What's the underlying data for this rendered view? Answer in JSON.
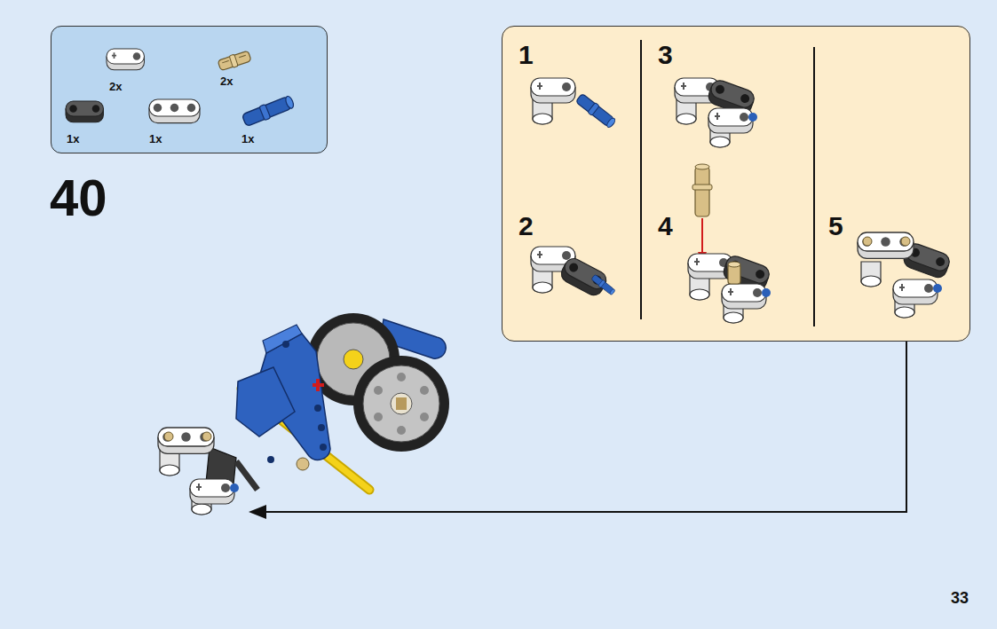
{
  "diagram": {
    "nodes": [
      {
        "text": [
          "2x",
          "2x",
          "1x",
          "1x",
          "1x"
        ]
      },
      {
        "text": [
          "1",
          "2",
          "3",
          "4",
          "5"
        ]
      }
    ],
    "labels": [
      "40",
      "33"
    ]
  }
}
